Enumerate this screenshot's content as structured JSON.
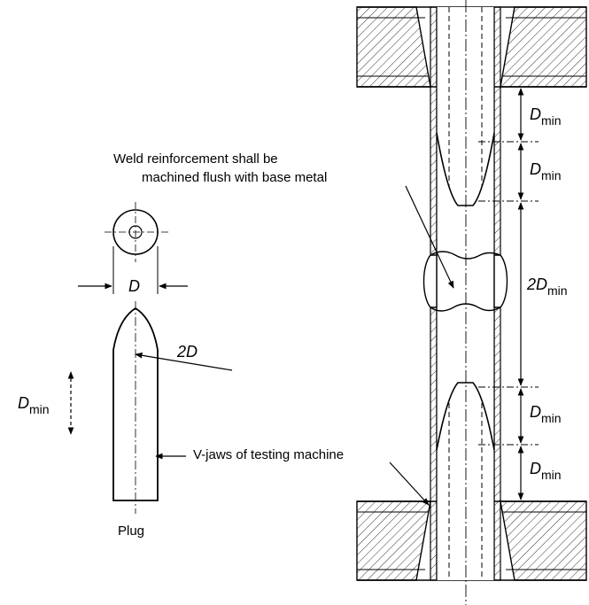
{
  "labels": {
    "weld_note_line1": "Weld reinforcement shall be",
    "weld_note_line2": "machined flush with base metal",
    "d_label": "D",
    "two_d_radius": "2D",
    "left_dmin": {
      "main": "D",
      "sub": "min"
    },
    "vjaws_note": "V-jaws of testing machine",
    "plug_caption": "Plug",
    "dims_right": [
      {
        "main": "D",
        "sub": "min"
      },
      {
        "main": "D",
        "sub": "min"
      },
      {
        "main": "2D",
        "sub": "min"
      },
      {
        "main": "D",
        "sub": "min"
      },
      {
        "main": "D",
        "sub": "min"
      }
    ]
  }
}
